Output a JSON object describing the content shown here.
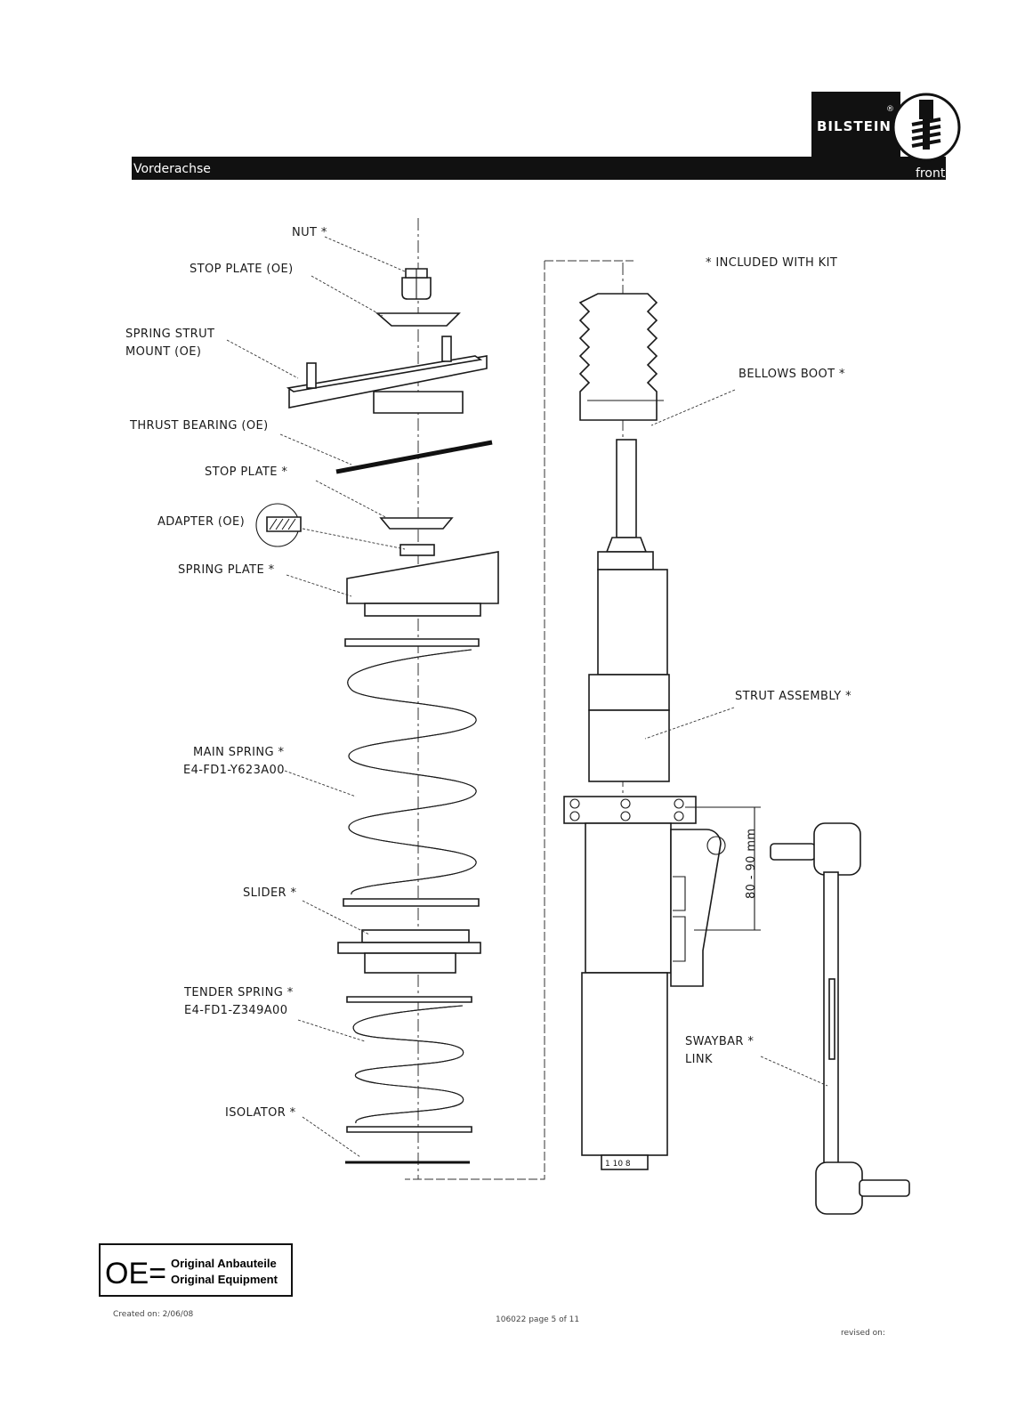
{
  "header": {
    "section": "Vorderachse",
    "position": "front",
    "brand": "BILSTEIN",
    "brand_mark": "®"
  },
  "labels": {
    "nut": "NUT *",
    "stop_plate_oe": "STOP PLATE (OE)",
    "strut_mount_1": "SPRING STRUT",
    "strut_mount_2": "MOUNT (OE)",
    "thrust_bearing": "THRUST BEARING (OE)",
    "stop_plate": "STOP PLATE *",
    "adapter": "ADAPTER (OE)",
    "spring_plate": "SPRING PLATE *",
    "main_spring_1": "MAIN SPRING *",
    "main_spring_2": "E4-FD1-Y623A00",
    "slider": "SLIDER *",
    "tender_spring_1": "TENDER SPRING *",
    "tender_spring_2": "E4-FD1-Z349A00",
    "isolator": "ISOLATOR *",
    "included_with_kit": "* INCLUDED WITH KIT",
    "bellows_boot": "BELLOWS BOOT *",
    "strut_assembly": "STRUT ASSEMBLY *",
    "swaybar_link_1": "SWAYBAR *",
    "swaybar_link_2": "LINK",
    "dimension": "80 - 90 mm",
    "stamp": "1 10 8"
  },
  "legend": {
    "symbol": "OE=",
    "line1": "Original Anbauteile",
    "line2": "Original Equipment"
  },
  "footer": {
    "created": "Created on: 2/06/08",
    "page": "106022 page 5 of 11",
    "revised": "revised on:"
  }
}
